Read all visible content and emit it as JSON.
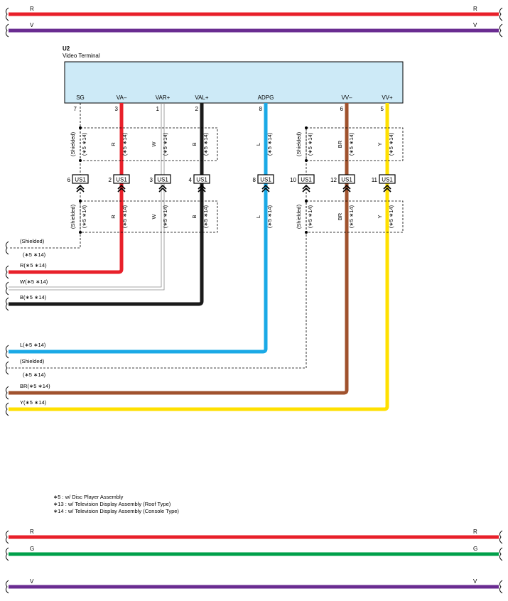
{
  "top_wires": [
    {
      "left_label": "R",
      "right_label": "R",
      "color": "#e8202a"
    },
    {
      "left_label": "V",
      "right_label": "V",
      "color": "#6a2c91"
    }
  ],
  "connector": {
    "id": "U2",
    "name": "Video Terminal",
    "fill": "#cdeaf7",
    "pins": [
      {
        "name": "SG",
        "number": "7"
      },
      {
        "name": "VA–",
        "number": "3"
      },
      {
        "name": "VAR+",
        "number": "1"
      },
      {
        "name": "VAL+",
        "number": "2"
      },
      {
        "name": "ADPG",
        "number": "8"
      },
      {
        "name": "VV–",
        "number": "6"
      },
      {
        "name": "VV+",
        "number": "5"
      }
    ]
  },
  "upper_sections": [
    {
      "labels": [
        "(Shielded)",
        "(∗5 ∗14)",
        "R",
        "(∗5 ∗14)",
        "W",
        "(∗5 ∗14)",
        "B",
        "(∗5 ∗14)"
      ]
    },
    {
      "labels": [
        "L",
        "(∗5 ∗14)"
      ]
    },
    {
      "labels": [
        "(Shielded)",
        "(∗5 ∗14)",
        "BR",
        "(∗5 ∗14)",
        "Y",
        "(∗5 ∗14)"
      ]
    }
  ],
  "lower_sections": [
    {
      "labels": [
        "(Shielded)",
        "(∗5 ∗14)",
        "R",
        "(∗5 ∗14)",
        "W",
        "(∗5 ∗14)",
        "B",
        "(∗5 ∗14)"
      ]
    },
    {
      "labels": [
        "L",
        "(∗5 ∗14)"
      ]
    },
    {
      "labels": [
        "(Shielded)",
        "(∗5 ∗14)",
        "BR",
        "(∗5 ∗14)",
        "Y",
        "(∗5 ∗14)"
      ]
    }
  ],
  "junctions": [
    {
      "label": "US1",
      "number": "6"
    },
    {
      "label": "US1",
      "number": "2"
    },
    {
      "label": "US1",
      "number": "3"
    },
    {
      "label": "US1",
      "number": "4"
    },
    {
      "label": "US1",
      "number": "8"
    },
    {
      "label": "US1",
      "number": "10"
    },
    {
      "label": "US1",
      "number": "12"
    },
    {
      "label": "US1",
      "number": "11"
    }
  ],
  "side_wires": [
    {
      "label": "(Shielded)",
      "sub": "(∗5 ∗14)",
      "color": "#000000"
    },
    {
      "label": "R(∗5 ∗14)",
      "color": "#e8202a"
    },
    {
      "label": "W(∗5 ∗14)",
      "color": "#888888"
    },
    {
      "label": "B(∗5 ∗14)",
      "color": "#1a1a1a"
    },
    {
      "label": "L(∗5 ∗14)",
      "color": "#1aa9e6"
    },
    {
      "label": "(Shielded)",
      "sub": "(∗5 ∗14)",
      "color": "#000000"
    },
    {
      "label": "BR(∗5 ∗14)",
      "color": "#a0522d"
    },
    {
      "label": "Y(∗5 ∗14)",
      "color": "#ffe000"
    }
  ],
  "notes": [
    "∗5 : w/ Disc Player Assembly",
    "∗13 : w/ Television Display Assembly (Roof Type)",
    "∗14 : w/ Television Display Assembly (Console Type)"
  ],
  "bottom_wires": [
    {
      "left_label": "R",
      "right_label": "R",
      "color": "#e8202a"
    },
    {
      "left_label": "G",
      "right_label": "G",
      "color": "#00a04a"
    },
    {
      "left_label": "V",
      "right_label": "V",
      "color": "#6a2c91"
    }
  ]
}
